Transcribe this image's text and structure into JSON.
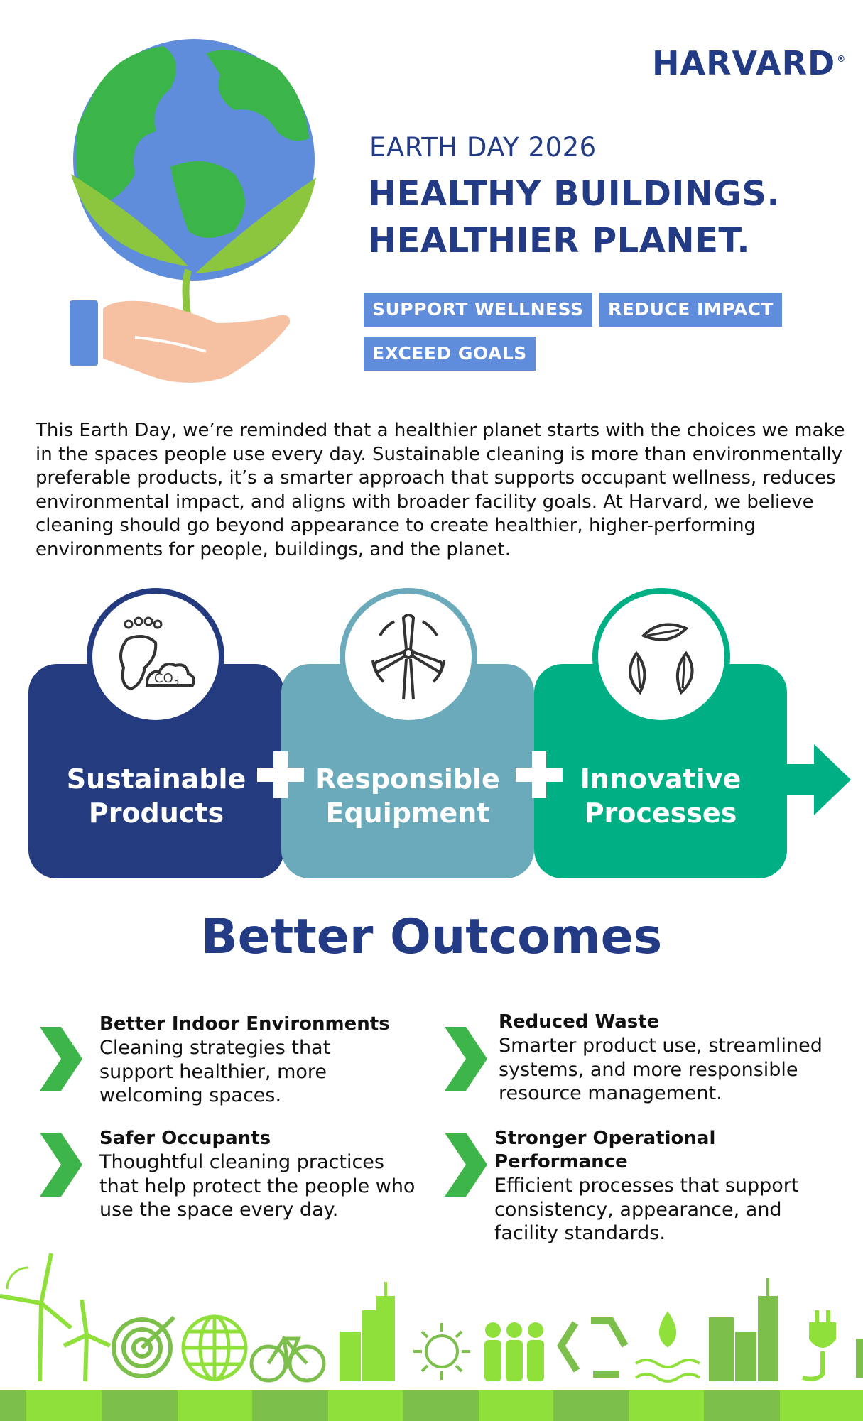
{
  "brand": {
    "logo_text": "HARVARD",
    "registered": "®"
  },
  "header": {
    "kicker": "EARTH DAY 2026",
    "headline_line1": "HEALTHY BUILDINGS.",
    "headline_line2": "HEALTHIER PLANET.",
    "tags": [
      "SUPPORT WELLNESS",
      "REDUCE IMPACT",
      "EXCEED GOALS"
    ]
  },
  "intro": "This Earth Day, we’re reminded that a healthier planet starts with the choices we make in the spaces people use every day. Sustainable cleaning is more than environmentally preferable products, it’s a smarter approach that supports occupant wellness, reduces environmental impact, and aligns with broader facility goals. At Harvard, we believe cleaning should go beyond appearance to create healthier, higher-performing environments for people, buildings, and the planet.",
  "pillars": [
    {
      "line1": "Sustainable",
      "line2": "Products",
      "icon": "footprint-co2-icon",
      "color": "#253b80"
    },
    {
      "line1": "Responsible",
      "line2": "Equipment",
      "icon": "wind-turbine-icon",
      "color": "#6aaabb"
    },
    {
      "line1": "Innovative",
      "line2": "Processes",
      "icon": "leaf-cycle-icon",
      "color": "#00b084"
    }
  ],
  "outcomes_title": "Better Outcomes",
  "outcomes": [
    {
      "title": "Better Indoor Environments",
      "text_lines": [
        "Cleaning strategies that",
        "support healthier, more",
        "welcoming spaces."
      ]
    },
    {
      "title": "Reduced Waste",
      "text_lines": [
        "Smarter product use, streamlined",
        "systems, and more responsible",
        "resource management."
      ]
    },
    {
      "title": "Safer Occupants",
      "text_lines": [
        "Thoughtful cleaning practices",
        "that help protect the people who",
        "use the space every day."
      ]
    },
    {
      "title": "Stronger Operational Performance",
      "title_lines": [
        "Stronger Operational",
        "Performance"
      ],
      "text_lines": [
        "Efficient processes that support",
        "consistency, appearance, and",
        "facility standards."
      ]
    }
  ],
  "colors": {
    "navy": "#233b84",
    "tag_blue": "#5f8ddc",
    "green": "#3db54a",
    "lime": "#8fe03a",
    "earth_green": "#3bb54a",
    "earth_blue": "#5f8ddc",
    "hand": "#f6c0a3"
  },
  "footer_icons": [
    "wind-turbines-icon",
    "target-icon",
    "globe-icon",
    "bicycle-icon",
    "city-icon",
    "sun-icon",
    "people-icon",
    "recycle-icon",
    "water-drop-icon",
    "buildings-icon",
    "plug-icon"
  ]
}
